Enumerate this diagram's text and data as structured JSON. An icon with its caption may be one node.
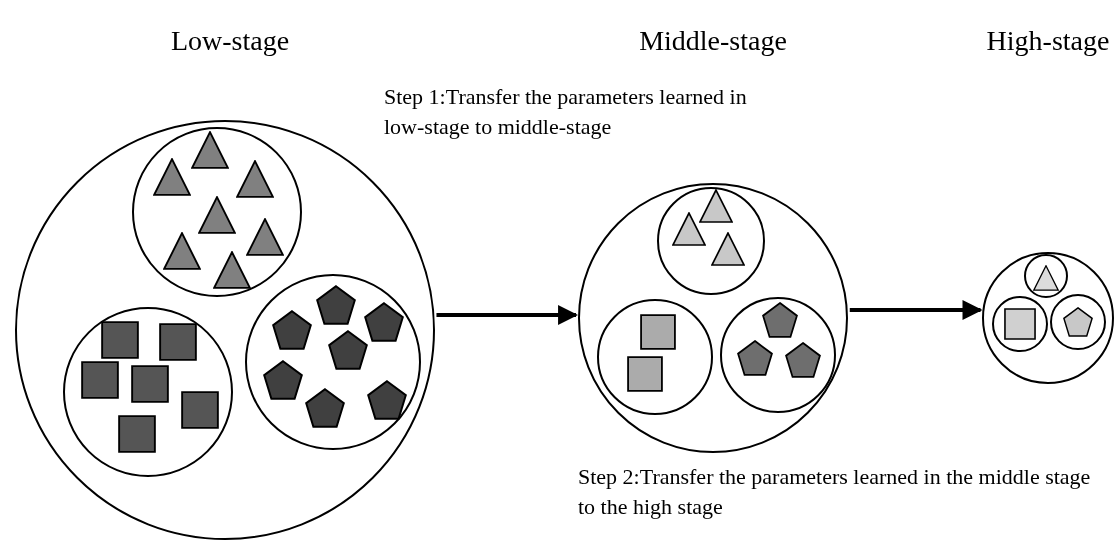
{
  "diagram": {
    "nodes": [
      {
        "text": [],
        "shape": "circle"
      },
      {
        "text": [],
        "shape": "circle",
        "in": 0
      },
      {
        "text": [],
        "shape": "triangle",
        "in": 1
      },
      {
        "text": [],
        "shape": "triangle",
        "in": 1
      },
      {
        "text": [],
        "shape": "triangle",
        "in": 1
      },
      {
        "text": [],
        "shape": "triangle",
        "in": 1
      },
      {
        "text": [],
        "shape": "triangle",
        "in": 1
      },
      {
        "text": [],
        "shape": "triangle",
        "in": 1
      },
      {
        "text": [],
        "shape": "triangle",
        "in": 1
      },
      {
        "text": [],
        "shape": "circle",
        "in": 0
      },
      {
        "text": [],
        "shape": "square",
        "in": 9
      },
      {
        "text": [],
        "shape": "square",
        "in": 9
      },
      {
        "text": [],
        "shape": "square",
        "in": 9
      },
      {
        "text": [],
        "shape": "square",
        "in": 9
      },
      {
        "text": [],
        "shape": "square",
        "in": 9
      },
      {
        "text": [],
        "shape": "square",
        "in": 9
      },
      {
        "text": [],
        "shape": "circle",
        "in": 0
      },
      {
        "text": [],
        "shape": "pentagon",
        "in": 16
      },
      {
        "text": [],
        "shape": "pentagon",
        "in": 16
      },
      {
        "text": [],
        "shape": "pentagon",
        "in": 16
      },
      {
        "text": [],
        "shape": "pentagon",
        "in": 16
      },
      {
        "text": [],
        "shape": "pentagon",
        "in": 16
      },
      {
        "text": [],
        "shape": "pentagon",
        "in": 16
      },
      {
        "text": [],
        "shape": "pentagon",
        "in": 16
      },
      {
        "text": [],
        "shape": "circle"
      },
      {
        "text": [],
        "shape": "circle",
        "in": 24
      },
      {
        "text": [],
        "shape": "triangle",
        "in": 25
      },
      {
        "text": [],
        "shape": "triangle",
        "in": 25
      },
      {
        "text": [],
        "shape": "triangle",
        "in": 25
      },
      {
        "text": [],
        "shape": "circle",
        "in": 24
      },
      {
        "text": [],
        "shape": "square",
        "in": 29
      },
      {
        "text": [],
        "shape": "square",
        "in": 29
      },
      {
        "text": [],
        "shape": "circle",
        "in": 24
      },
      {
        "text": [],
        "shape": "pentagon",
        "in": 32
      },
      {
        "text": [],
        "shape": "pentagon",
        "in": 32
      },
      {
        "text": [],
        "shape": "pentagon",
        "in": 32
      },
      {
        "text": [],
        "shape": "circle"
      },
      {
        "text": [],
        "shape": "circle",
        "in": 36
      },
      {
        "text": [],
        "shape": "triangle",
        "in": 37
      },
      {
        "text": [],
        "shape": "circle",
        "in": 36
      },
      {
        "text": [],
        "shape": "square",
        "in": 39
      },
      {
        "text": [],
        "shape": "circle",
        "in": 36
      },
      {
        "text": [],
        "shape": "pentagon",
        "in": 41
      }
    ],
    "edges": [
      {
        "from": 0,
        "to": 24,
        "arrow": "to"
      },
      {
        "from": 24,
        "to": 36,
        "arrow": "to"
      }
    ],
    "labels": [
      "Low-stage",
      "Middle-stage",
      "High-stage",
      "Step 1:Transfer the parameters learned in low-stage to middle-stage",
      "Step 2:Transfer the parameters learned in the middle stage to the high stage"
    ]
  }
}
